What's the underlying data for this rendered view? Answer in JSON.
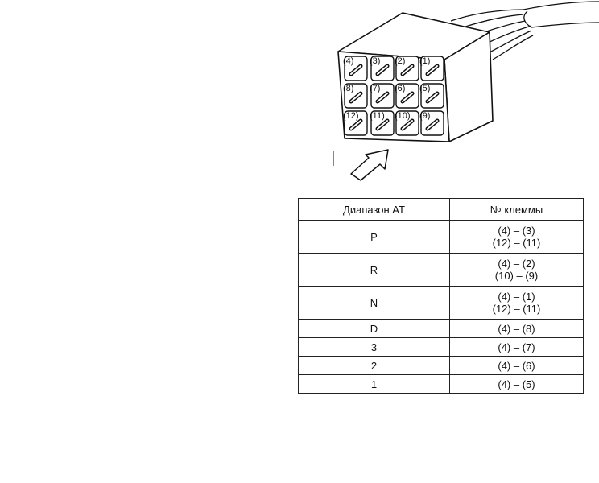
{
  "connector": {
    "pins": [
      {
        "label": "(4)"
      },
      {
        "label": "(3)"
      },
      {
        "label": "(2)"
      },
      {
        "label": "(1)"
      },
      {
        "label": "(8)"
      },
      {
        "label": "(7)"
      },
      {
        "label": "(6)"
      },
      {
        "label": "(5)"
      },
      {
        "label": "(12)"
      },
      {
        "label": "(11)"
      },
      {
        "label": "(10)"
      },
      {
        "label": "(9)"
      }
    ]
  },
  "table": {
    "headers": [
      "Диапазон AT",
      "№ клеммы"
    ],
    "rows": [
      {
        "range": "P",
        "terminals": [
          "(4) – (3)",
          "(12) – (11)"
        ]
      },
      {
        "range": "R",
        "terminals": [
          "(4) – (2)",
          "(10) – (9)"
        ]
      },
      {
        "range": "N",
        "terminals": [
          "(4) – (1)",
          "(12) – (11)"
        ]
      },
      {
        "range": "D",
        "terminals": [
          "(4) – (8)"
        ]
      },
      {
        "range": "3",
        "terminals": [
          "(4) – (7)"
        ]
      },
      {
        "range": "2",
        "terminals": [
          "(4) – (6)"
        ]
      },
      {
        "range": "1",
        "terminals": [
          "(4) – (5)"
        ]
      }
    ]
  }
}
